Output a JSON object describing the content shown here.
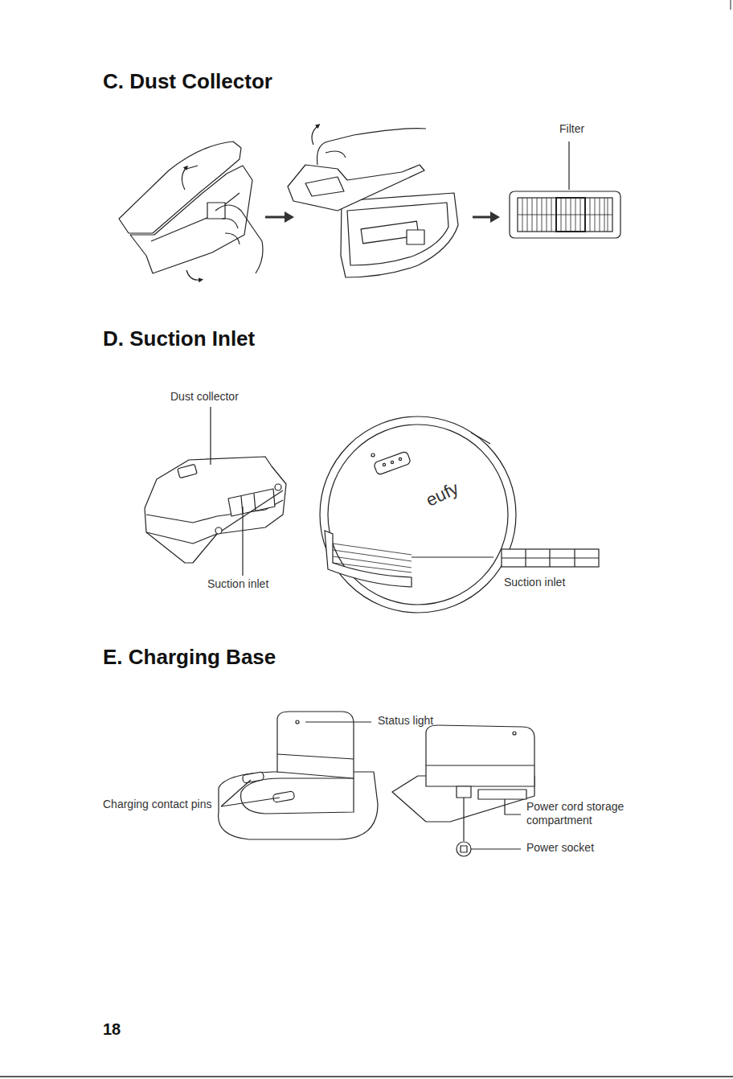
{
  "diagram": {
    "labels": [
      "C. Dust Collector",
      "Filter",
      "D. Suction Inlet",
      "Dust collector",
      "Suction inlet",
      "eufy",
      "Suction inlet",
      "E. Charging Base",
      "Status light",
      "Charging contact pins",
      "Power cord storage compartment",
      "Power socket",
      "18"
    ]
  }
}
